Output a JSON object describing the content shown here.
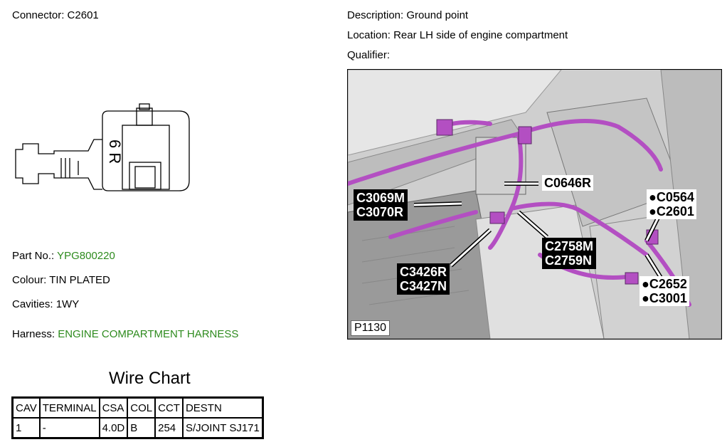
{
  "connector": {
    "label": "Connector:",
    "value": "C2601"
  },
  "description": {
    "label": "Description:",
    "value": "Ground point"
  },
  "location": {
    "label": "Location:",
    "value": "Rear LH side of engine compartment"
  },
  "qualifier": {
    "label": "Qualifier:",
    "value": ""
  },
  "part_no": {
    "label": "Part No.:",
    "value": "YPG800220"
  },
  "colour": {
    "label": "Colour:",
    "value": "TIN PLATED"
  },
  "cavities": {
    "label": "Cavities:",
    "value": "1WY"
  },
  "harness": {
    "label": "Harness:",
    "value": "ENGINE COMPARTMENT HARNESS"
  },
  "connector_marking": "6 R",
  "wire_chart": {
    "title": "Wire Chart",
    "headers": [
      "CAV",
      "TERMINAL",
      "CSA",
      "COL",
      "CCT",
      "DESTN"
    ],
    "rows": [
      [
        "1",
        "-",
        "4.0D",
        "B",
        "254",
        "S/JOINT SJ171"
      ]
    ]
  },
  "photo": {
    "reference": "P1130",
    "callouts": {
      "c3069": [
        "C3069M",
        "C3070R"
      ],
      "c0646": "C0646R",
      "c2758": [
        "C2758M",
        "C2759N"
      ],
      "c3426": [
        "C3426R",
        "C3427N"
      ],
      "c0564": [
        "●C0564",
        "●C2601"
      ],
      "c2652": [
        "●C2652",
        "●C3001"
      ]
    },
    "colors": {
      "harness": "#b34fc2",
      "background": "#d9d9d9"
    }
  }
}
